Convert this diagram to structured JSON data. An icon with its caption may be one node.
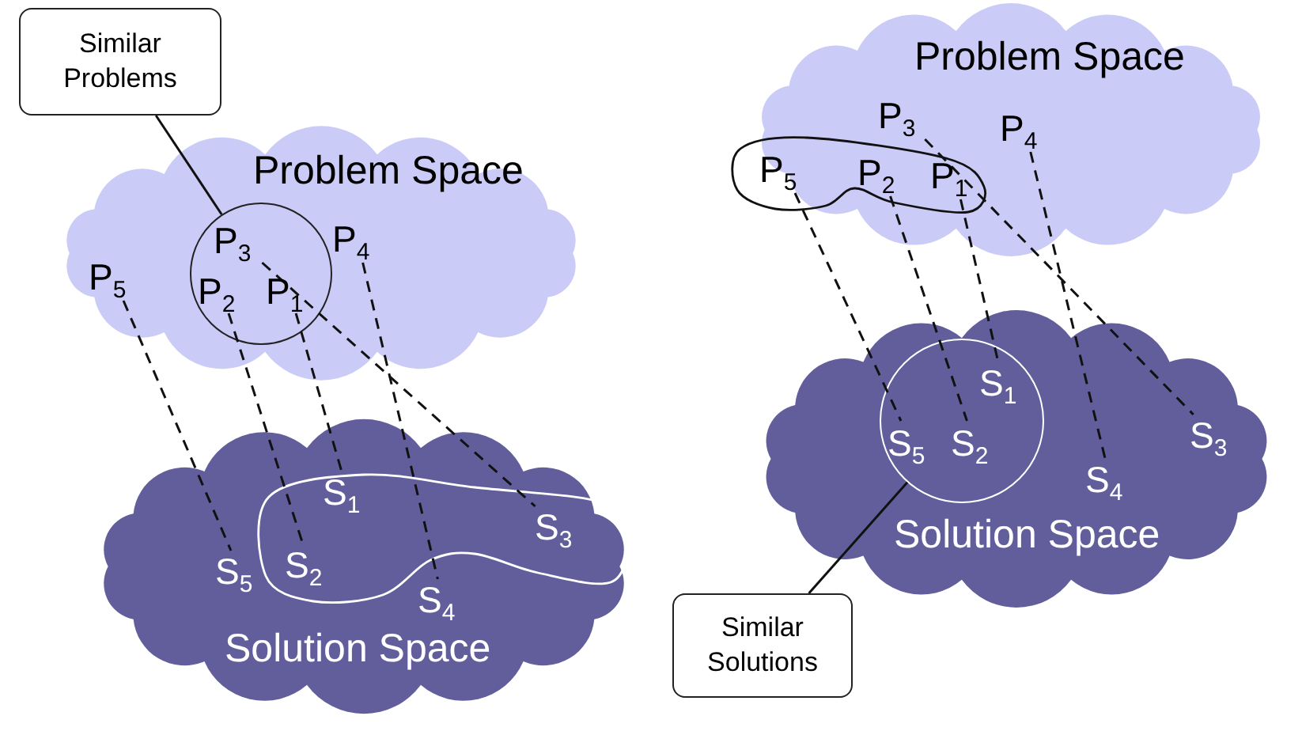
{
  "diagram": {
    "nodes": [
      {
        "text": [
          "Similar Problems"
        ]
      },
      {
        "text": [
          "Problem Space"
        ]
      },
      {
        "text": [],
        "shape": "circle",
        "in": 1
      },
      {
        "text": [
          "P$_{3}$"
        ],
        "in": 2
      },
      {
        "text": [
          "P$_{2}$"
        ],
        "in": 2
      },
      {
        "text": [
          "P$_{1}$"
        ],
        "in": 2
      },
      {
        "text": [
          "P$_{4}$"
        ],
        "in": 1
      },
      {
        "text": [
          "P$_{5}$"
        ],
        "in": 1
      },
      {
        "text": [
          "Solution Space"
        ]
      },
      {
        "text": [],
        "shape": "blob",
        "in": 8
      },
      {
        "text": [
          "S$_{1}$"
        ],
        "in": 9
      },
      {
        "text": [
          "S$_{5}$"
        ],
        "in": 8
      },
      {
        "text": [
          "S$_{2}$"
        ],
        "in": 9
      },
      {
        "text": [
          "S$_{3}$"
        ],
        "in": 9
      },
      {
        "text": [
          "S$_{4}$"
        ],
        "in": 8
      },
      {
        "text": [
          "Problem Space"
        ]
      },
      {
        "text": [
          "P$_{3}$"
        ],
        "in": 15
      },
      {
        "text": [
          "P$_{4}$"
        ],
        "in": 15
      },
      {
        "text": [],
        "shape": "blob",
        "in": 15
      },
      {
        "text": [
          "P$_{5}$"
        ],
        "in": 18
      },
      {
        "text": [
          "P$_{2}$"
        ],
        "in": 18
      },
      {
        "text": [
          "P$_{1}$"
        ],
        "in": 18
      },
      {
        "text": [
          "Solution Space"
        ]
      },
      {
        "text": [],
        "shape": "circle",
        "in": 22
      },
      {
        "text": [
          "S$_{1}$"
        ],
        "in": 23
      },
      {
        "text": [
          "S$_{5}$"
        ],
        "in": 23
      },
      {
        "text": [
          "S$_{2}$"
        ],
        "in": 23
      },
      {
        "text": [
          "S$_{4}$"
        ],
        "in": 22
      },
      {
        "text": [
          "S$_{3}$"
        ],
        "in": 22
      },
      {
        "text": [
          "Similar Solutions"
        ]
      }
    ],
    "edges": [
      {
        "from": 0,
        "to": 2,
        "arrow": "none"
      },
      {
        "from": 7,
        "to": 11,
        "arrow": "none",
        "style": "dashed"
      },
      {
        "from": 4,
        "to": 12,
        "arrow": "none",
        "style": "dashed"
      },
      {
        "from": 5,
        "to": 10,
        "arrow": "none",
        "style": "dashed"
      },
      {
        "from": 6,
        "to": 14,
        "arrow": "none",
        "style": "dashed"
      },
      {
        "from": 3,
        "to": 13,
        "arrow": "none",
        "style": "dashed"
      },
      {
        "from": 19,
        "to": 25,
        "arrow": "none",
        "style": "dashed"
      },
      {
        "from": 20,
        "to": 26,
        "arrow": "none",
        "style": "dashed"
      },
      {
        "from": 21,
        "to": 24,
        "arrow": "none",
        "style": "dashed"
      },
      {
        "from": 17,
        "to": 27,
        "arrow": "none",
        "style": "dashed"
      },
      {
        "from": 16,
        "to": 28,
        "arrow": "none",
        "style": "dashed"
      },
      {
        "from": 29,
        "to": 23,
        "arrow": "none"
      }
    ]
  }
}
